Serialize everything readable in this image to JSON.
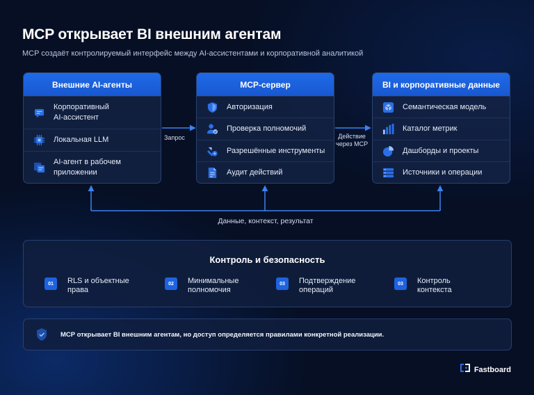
{
  "header": {
    "title": "MCP открывает BI внешним агентам",
    "subtitle": "MCP создаёт контролируемый интерфейс между AI-ассистентами и корпоративной аналитикой"
  },
  "panels": [
    {
      "title": "Внешние AI-агенты",
      "items": [
        {
          "label": "Корпоративный\nAI-ассистент",
          "icon": "chat-icon"
        },
        {
          "label": "Локальная LLM",
          "icon": "chip-icon"
        },
        {
          "label": "AI-агент в рабочем\nприложении",
          "icon": "app-window-icon"
        }
      ]
    },
    {
      "title": "MCP-сервер",
      "items": [
        {
          "label": "Авторизация",
          "icon": "shield-icon"
        },
        {
          "label": "Проверка полномочий",
          "icon": "user-check-icon"
        },
        {
          "label": "Разрешённые инструменты",
          "icon": "tools-icon"
        },
        {
          "label": "Аудит действий",
          "icon": "document-icon"
        }
      ]
    },
    {
      "title": "BI и корпоративные данные",
      "items": [
        {
          "label": "Семантическая модель",
          "icon": "cube-icon"
        },
        {
          "label": "Каталог метрик",
          "icon": "bar-chart-icon"
        },
        {
          "label": "Дашборды и проекты",
          "icon": "pie-chart-icon"
        },
        {
          "label": "Источники и операции",
          "icon": "database-icon"
        }
      ]
    }
  ],
  "connectors": {
    "request": "Запрос",
    "action": "Действие\nчерез MCP",
    "return": "Данные, контекст, результат"
  },
  "control": {
    "title": "Контроль и безопасность",
    "items": [
      {
        "num": "01",
        "text": "RLS и объектные\nправа"
      },
      {
        "num": "02",
        "text": "Минимальные\nполномочия"
      },
      {
        "num": "03",
        "text": "Подтверждение\nопераций"
      },
      {
        "num": "03",
        "text": "Контроль\nконтекста"
      }
    ]
  },
  "note": {
    "text": "MCP открывает BI внешним агентам, но доступ определяется правилами конкретной реализации.",
    "icon": "shield-check-icon"
  },
  "brand": {
    "name": "Fastboard",
    "icon": "fastboard-logo-icon"
  },
  "colors": {
    "accent": "#1f6ae8",
    "background": "#060f24",
    "line": "#3c82f0"
  }
}
